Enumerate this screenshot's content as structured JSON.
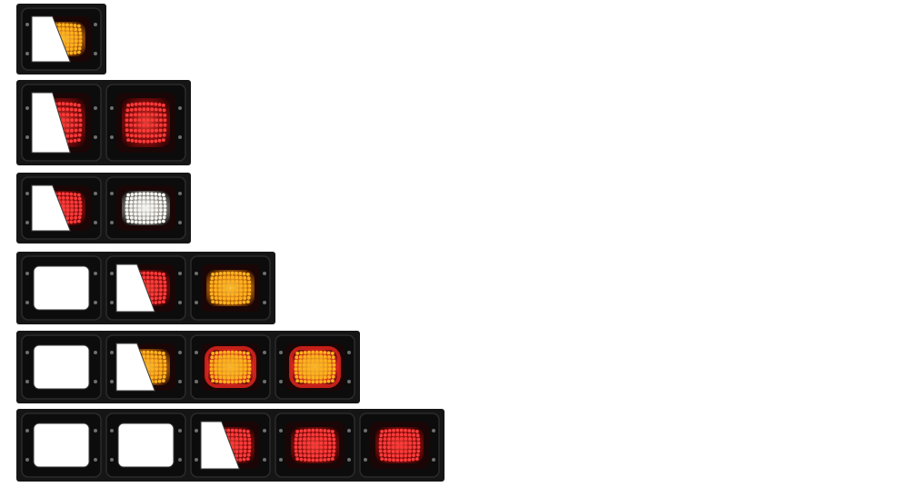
{
  "scene": {
    "subject": "modular-led-light-assemblies",
    "rows": [
      {
        "modules": [
          "half-amber"
        ]
      },
      {
        "modules": [
          "half-red",
          "red"
        ]
      },
      {
        "modules": [
          "half-red",
          "white"
        ]
      },
      {
        "modules": [
          "empty",
          "half-red",
          "amber"
        ]
      },
      {
        "modules": [
          "empty",
          "half-amber",
          "amber-red-ring",
          "amber-red-ring"
        ]
      },
      {
        "modules": [
          "empty",
          "empty",
          "half-red",
          "red",
          "red"
        ]
      }
    ]
  },
  "colors": {
    "housing": "#151515",
    "bezel": "#0c0c0c",
    "lens_dark": "#1a0606",
    "red_led": "#ff3b3b",
    "amber_led": "#ffb21f",
    "white_led": "#f4f4f0",
    "ring_red": "#e0261e",
    "background": "#ffffff"
  }
}
